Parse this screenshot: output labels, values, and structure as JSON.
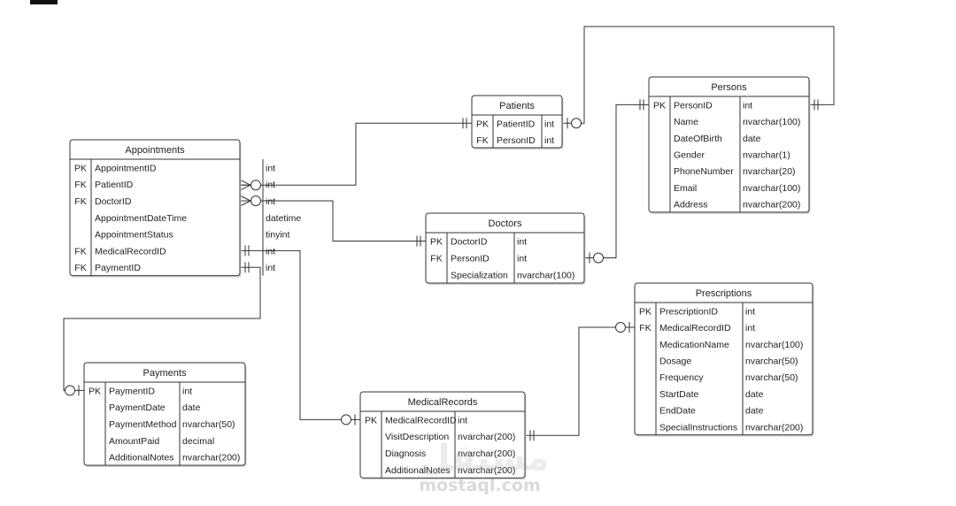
{
  "entities": {
    "Appointments": {
      "title": "Appointments",
      "rows": [
        {
          "key": "PK",
          "name": "AppointmentID",
          "type": "int"
        },
        {
          "key": "FK",
          "name": "PatientID",
          "type": "int"
        },
        {
          "key": "FK",
          "name": "DoctorID",
          "type": "int"
        },
        {
          "key": "",
          "name": "AppointmentDateTime",
          "type": "datetime"
        },
        {
          "key": "",
          "name": "AppointmentStatus",
          "type": "tinyint"
        },
        {
          "key": "FK",
          "name": "MedicalRecordID",
          "type": "int"
        },
        {
          "key": "FK",
          "name": "PaymentID",
          "type": "int"
        }
      ]
    },
    "Patients": {
      "title": "Patients",
      "rows": [
        {
          "key": "PK",
          "name": "PatientID",
          "type": "int"
        },
        {
          "key": "FK",
          "name": "PersonID",
          "type": "int"
        }
      ]
    },
    "Persons": {
      "title": "Persons",
      "rows": [
        {
          "key": "PK",
          "name": "PersonID",
          "type": "int"
        },
        {
          "key": "",
          "name": "Name",
          "type": "nvarchar(100)"
        },
        {
          "key": "",
          "name": "DateOfBirth",
          "type": "date"
        },
        {
          "key": "",
          "name": "Gender",
          "type": "nvarchar(1)"
        },
        {
          "key": "",
          "name": "PhoneNumber",
          "type": "nvarchar(20)"
        },
        {
          "key": "",
          "name": "Email",
          "type": "nvarchar(100)"
        },
        {
          "key": "",
          "name": "Address",
          "type": "nvarchar(200)"
        }
      ]
    },
    "Doctors": {
      "title": "Doctors",
      "rows": [
        {
          "key": "PK",
          "name": "DoctorID",
          "type": "int"
        },
        {
          "key": "FK",
          "name": "PersonID",
          "type": "int"
        },
        {
          "key": "",
          "name": "Specialization",
          "type": "nvarchar(100)"
        }
      ]
    },
    "Prescriptions": {
      "title": "Prescriptions",
      "rows": [
        {
          "key": "PK",
          "name": "PrescriptionID",
          "type": "int"
        },
        {
          "key": "FK",
          "name": "MedicalRecordID",
          "type": "int"
        },
        {
          "key": "",
          "name": "MedicationName",
          "type": "nvarchar(100)"
        },
        {
          "key": "",
          "name": "Dosage",
          "type": "nvarchar(50)"
        },
        {
          "key": "",
          "name": "Frequency",
          "type": "nvarchar(50)"
        },
        {
          "key": "",
          "name": "StartDate",
          "type": "date"
        },
        {
          "key": "",
          "name": "EndDate",
          "type": "date"
        },
        {
          "key": "",
          "name": "SpecialInstructions",
          "type": "nvarchar(200)"
        }
      ]
    },
    "Payments": {
      "title": "Payments",
      "rows": [
        {
          "key": "PK",
          "name": "PaymentID",
          "type": "int"
        },
        {
          "key": "",
          "name": "PaymentDate",
          "type": "date"
        },
        {
          "key": "",
          "name": "PaymentMethod",
          "type": "nvarchar(50)"
        },
        {
          "key": "",
          "name": "AmountPaid",
          "type": "decimal"
        },
        {
          "key": "",
          "name": "AdditionalNotes",
          "type": "nvarchar(200)"
        }
      ]
    },
    "MedicalRecords": {
      "title": "MedicalRecords",
      "rows": [
        {
          "key": "PK",
          "name": "MedicalRecordID",
          "type": "int"
        },
        {
          "key": "",
          "name": "VisitDescription",
          "type": "nvarchar(200)"
        },
        {
          "key": "",
          "name": "Diagnosis",
          "type": "nvarchar(200)"
        },
        {
          "key": "",
          "name": "AdditionalNotes",
          "type": "nvarchar(200)"
        }
      ]
    }
  },
  "relationships": [
    {
      "from": "Appointments.PatientID",
      "to": "Patients.PatientID",
      "from_end": "zero-or-many",
      "to_end": "one-and-only-one"
    },
    {
      "from": "Appointments.DoctorID",
      "to": "Doctors.DoctorID",
      "from_end": "zero-or-many",
      "to_end": "one-and-only-one"
    },
    {
      "from": "Patients.PersonID",
      "to": "Persons.PersonID",
      "from_end": "zero-or-one",
      "to_end": "one-and-only-one"
    },
    {
      "from": "Doctors.PersonID",
      "to": "Persons.PersonID",
      "from_end": "zero-or-one",
      "to_end": "one-and-only-one"
    },
    {
      "from": "Appointments.MedicalRecordID",
      "to": "MedicalRecords.MedicalRecordID",
      "from_end": "one-and-only-one",
      "to_end": "zero-or-one"
    },
    {
      "from": "Appointments.PaymentID",
      "to": "Payments.PaymentID",
      "from_end": "one-and-only-one",
      "to_end": "zero-or-one"
    },
    {
      "from": "Prescriptions.MedicalRecordID",
      "to": "MedicalRecords.MedicalRecordID",
      "from_end": "zero-or-one",
      "to_end": "one-and-only-one"
    }
  ],
  "watermark": {
    "main": "مستقل",
    "sub": "mostaql.com"
  }
}
